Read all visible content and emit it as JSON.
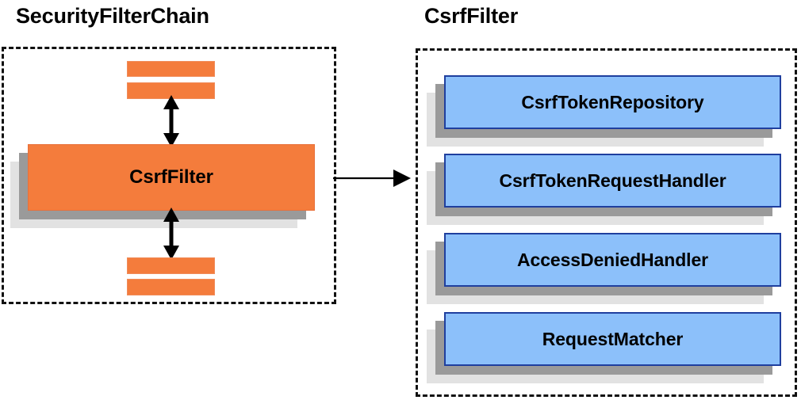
{
  "diagram": {
    "type": "architecture-block-diagram",
    "background_color": "#ffffff"
  },
  "panels": {
    "left": {
      "title": "SecurityFilterChain",
      "container_style": "dashed-border",
      "main_block": {
        "label": "CsrfFilter",
        "fill_color": "#f47c3c",
        "shadow_colors": [
          "#9a9a9a",
          "#e2e2e2"
        ]
      },
      "filter_bars": [
        {
          "name": "filter-bar-above-1",
          "fill_color": "#f47c3c"
        },
        {
          "name": "filter-bar-above-2",
          "fill_color": "#f47c3c"
        },
        {
          "name": "filter-bar-below-1",
          "fill_color": "#f47c3c"
        },
        {
          "name": "filter-bar-below-2",
          "fill_color": "#f47c3c"
        }
      ],
      "arrows": [
        {
          "name": "arrow-above-csrffilter",
          "direction": "bidirectional-vertical"
        },
        {
          "name": "arrow-below-csrffilter",
          "direction": "bidirectional-vertical"
        }
      ]
    },
    "right": {
      "title": "CsrfFilter",
      "container_style": "dashed-border",
      "collaborators": [
        {
          "label": "CsrfTokenRepository",
          "fill_color": "#8cc0fa",
          "border_color": "#1f3f9e"
        },
        {
          "label": "CsrfTokenRequestHandler",
          "fill_color": "#8cc0fa",
          "border_color": "#1f3f9e"
        },
        {
          "label": "AccessDeniedHandler",
          "fill_color": "#8cc0fa",
          "border_color": "#1f3f9e"
        },
        {
          "label": "RequestMatcher",
          "fill_color": "#8cc0fa",
          "border_color": "#1f3f9e"
        }
      ]
    }
  },
  "connector": {
    "name": "left-to-right-arrow",
    "direction": "right",
    "from": "SecurityFilterChain",
    "to": "CsrfFilter"
  }
}
